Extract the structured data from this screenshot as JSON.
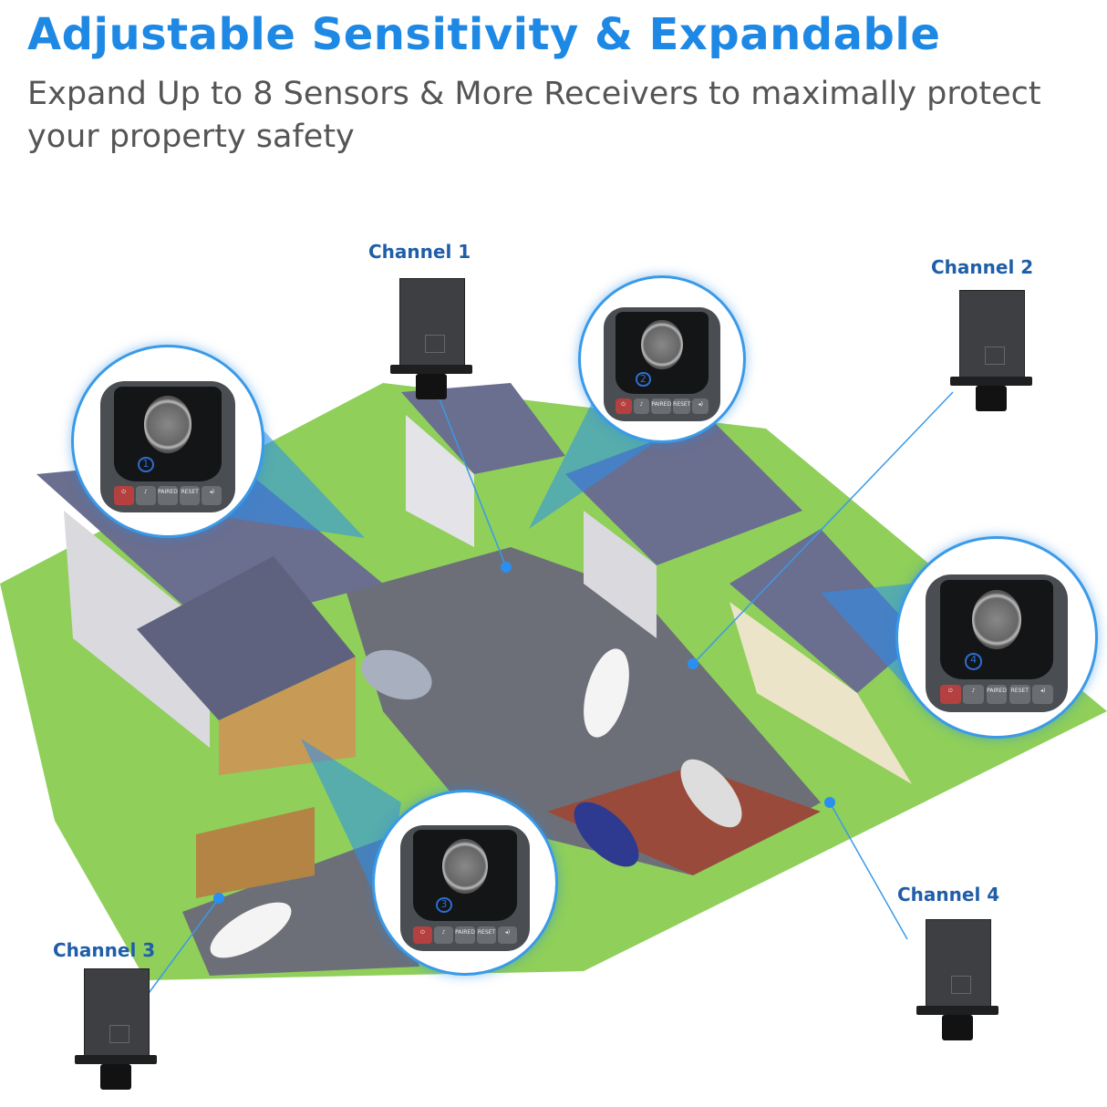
{
  "header": {
    "title": "Adjustable Sensitivity & Expandable",
    "subtitle": "Expand Up to 8 Sensors & More Receivers to maximally protect your property safety"
  },
  "channels": [
    {
      "label": "Channel 1",
      "number": "1"
    },
    {
      "label": "Channel 2",
      "number": "2"
    },
    {
      "label": "Channel 3",
      "number": "3"
    },
    {
      "label": "Channel 4",
      "number": "4"
    }
  ],
  "receiver_buttons": [
    "power-icon",
    "music-icon",
    "PAIRED",
    "RESET",
    "volume-icon"
  ],
  "colors": {
    "title": "#1e88e5",
    "subtitle": "#555555",
    "channel_label": "#1f5ea8",
    "beam": "#2a8ff0",
    "grass": "#8fcf5a"
  }
}
